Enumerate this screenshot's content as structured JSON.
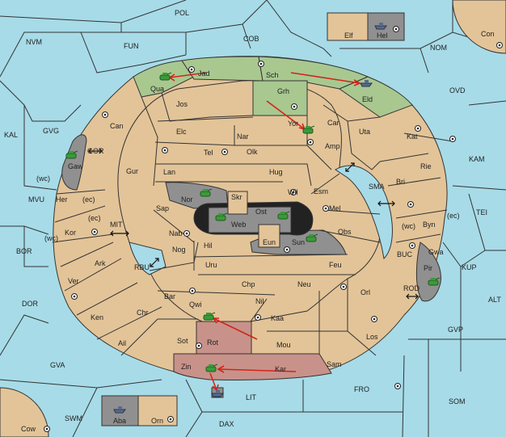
{
  "colors": {
    "sea": "#a7dbe8",
    "land": "#e3c498",
    "player_green": "#a8c890",
    "player_red": "#c8928a",
    "impassable": "#909090",
    "arrow": "#d0261a"
  },
  "seas": [
    "POL",
    "NVM",
    "FUN",
    "COB",
    "NOM",
    "Con",
    "OVD",
    "KAL",
    "GVG",
    "KAM",
    "MVU",
    "TEI",
    "BOR",
    "MIT",
    "SMA",
    "BUC",
    "KUP",
    "RBU",
    "ROD",
    "ALT",
    "DOR",
    "GVP",
    "GVA",
    "FRO",
    "SOM",
    "SWM",
    "LIT",
    "DAX",
    "Cow"
  ],
  "lands": [
    "Jad",
    "Qua",
    "Sch",
    "Eld",
    "Jos",
    "Grh",
    "Can",
    "Yor",
    "Car",
    "Elc",
    "Nar",
    "Uta",
    "Kat",
    "Tel",
    "Olk",
    "Amp",
    "Gaw",
    "Gur",
    "Lan",
    "Hug",
    "Rie",
    "Bri",
    "Wil",
    "Esm",
    "Her",
    "Nor",
    "Skr",
    "Ost",
    "Sap",
    "Mel",
    "Byn",
    "Kor",
    "Web",
    "Nab",
    "Eun",
    "Sun",
    "Obs",
    "Gwa",
    "Hil",
    "Nog",
    "Pir",
    "Ark",
    "Uru",
    "Feu",
    "Ver",
    "Chp",
    "Neu",
    "Bar",
    "Qwi",
    "Orl",
    "Nil",
    "Ken",
    "Chr",
    "Kaa",
    "Los",
    "Rot",
    "Ail",
    "Sot",
    "Mou",
    "Zin",
    "Kar",
    "Sam",
    "Elf",
    "Hel",
    "Aba",
    "Orn"
  ],
  "coast_labels": [
    "(wc)",
    "(ec)",
    "(ec)",
    "(wc)",
    "(wc)",
    "(ec)"
  ],
  "units": [
    {
      "kind": "army",
      "loc": "Gaw"
    },
    {
      "kind": "army",
      "loc": "Qua"
    },
    {
      "kind": "army",
      "loc": "Yor"
    },
    {
      "kind": "army",
      "loc": "Nor"
    },
    {
      "kind": "army",
      "loc": "Web"
    },
    {
      "kind": "army",
      "loc": "Ost"
    },
    {
      "kind": "army",
      "loc": "Sun"
    },
    {
      "kind": "army",
      "loc": "Pir"
    },
    {
      "kind": "army",
      "loc": "Qwi"
    },
    {
      "kind": "army",
      "loc": "Zin"
    },
    {
      "kind": "fleet",
      "loc": "Eld"
    },
    {
      "kind": "fleet",
      "loc": "Hel"
    },
    {
      "kind": "fleet",
      "loc": "Aba"
    },
    {
      "kind": "fleet",
      "loc": "LIT"
    }
  ]
}
